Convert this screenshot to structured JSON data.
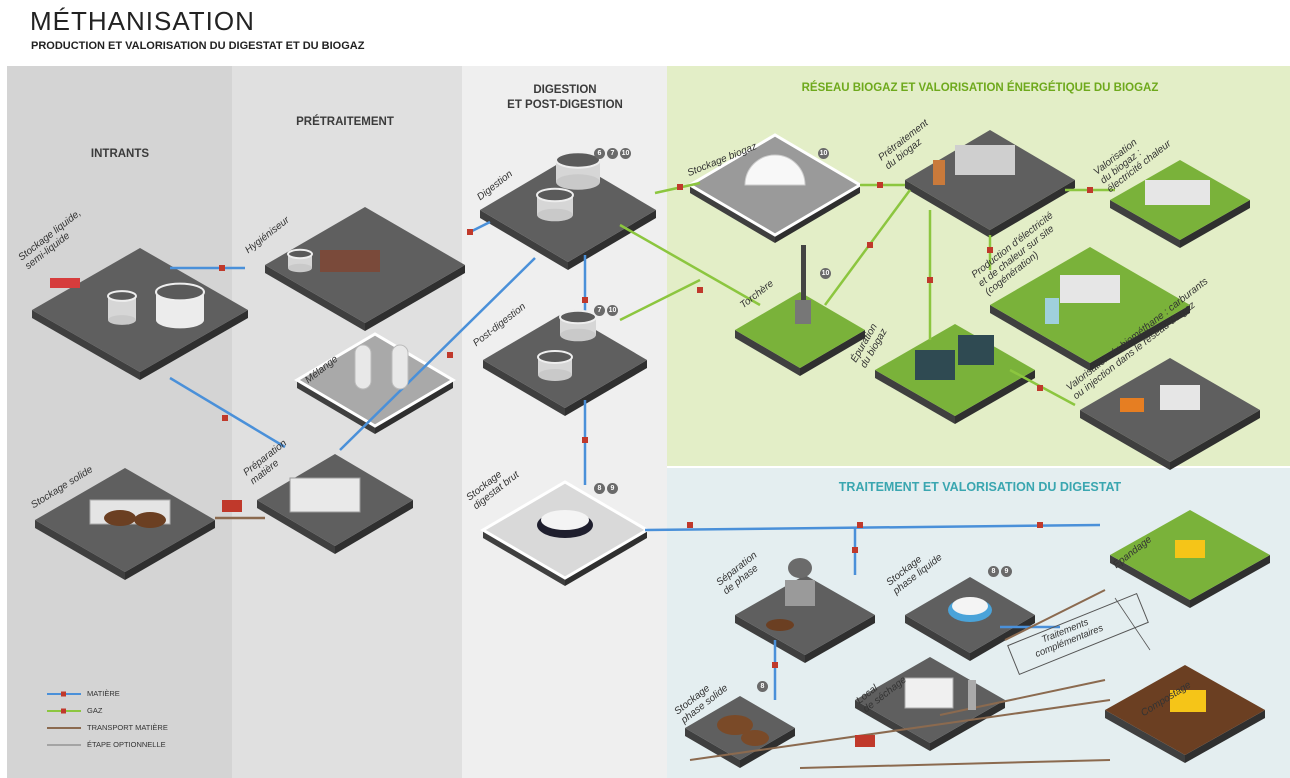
{
  "header": {
    "title": "MÉTHANISATION",
    "subtitle": "PRODUCTION ET VALORISATION DU DIGESTAT ET DU BIOGAZ"
  },
  "zones": {
    "intrants": "INTRANTS",
    "pretraitement": "PRÉTRAITEMENT",
    "digestion_line1": "DIGESTION",
    "digestion_line2": "ET POST-DIGESTION",
    "biogaz": "RÉSEAU BIOGAZ ET VALORISATION ÉNERGÉTIQUE DU BIOGAZ",
    "digestat": "TRAITEMENT ET VALORISATION DU DIGESTAT"
  },
  "nodes": {
    "stockage_liquide": [
      "Stockage liquide,",
      "semi-liquide"
    ],
    "stockage_solide": [
      "Stockage solide"
    ],
    "hygieniseur": [
      "Hygiéniseur"
    ],
    "melange": [
      "Mélange"
    ],
    "preparation": [
      "Préparation",
      "matière"
    ],
    "digestion": [
      "Digestion"
    ],
    "post_digestion": [
      "Post-digestion"
    ],
    "stockage_digestat_brut": [
      "Stockage",
      "digestat brut"
    ],
    "stockage_biogaz": [
      "Stockage biogaz"
    ],
    "pretraitement_biogaz": [
      "Prétraitement",
      "du biogaz"
    ],
    "valorisation_chaleur": [
      "Valorisation",
      "du biogaz :",
      "électricité chaleur"
    ],
    "torchere": [
      "Torchère"
    ],
    "production_electricite": [
      "Production d'électricité",
      "et de chaleur sur site",
      "(cogénération)"
    ],
    "epuration": [
      "Épuration",
      "du biogaz"
    ],
    "valorisation_biomethane": [
      "Valorisation du biométhane : carburants",
      "ou injection dans le réseau de gaz"
    ],
    "separation": [
      "Séparation",
      "de phase"
    ],
    "stockage_phase_liquide": [
      "Stockage",
      "phase liquide"
    ],
    "epandage": [
      "Épandage"
    ],
    "traitements": [
      "Traitements",
      "complémentaires"
    ],
    "local_sechage": [
      "Local",
      "de séchage"
    ],
    "stockage_phase_solide": [
      "Stockage",
      "phase solide"
    ],
    "compostage": [
      "Compostage"
    ]
  },
  "badges": {
    "digestion": [
      "6",
      "7",
      "10"
    ],
    "post_digestion": [
      "7",
      "10"
    ],
    "stockage_biogaz": [
      "10"
    ],
    "torchere": [
      "10"
    ],
    "digestat_brut": [
      "8",
      "9"
    ],
    "phase_liquide": [
      "8",
      "9"
    ],
    "phase_solide": [
      "8"
    ]
  },
  "legend": [
    {
      "label": "MATIÈRE",
      "color": "#4a90d9",
      "style": "line-dot"
    },
    {
      "label": "GAZ",
      "color": "#8cc63f",
      "style": "line-dot"
    },
    {
      "label": "TRANSPORT MATIÈRE",
      "color": "#8b6a4f",
      "style": "line"
    },
    {
      "label": "ÉTAPE OPTIONNELLE",
      "color": "#555555",
      "style": "thin"
    }
  ],
  "colors": {
    "zone_gray_dark": "#d4d4d4",
    "zone_gray_mid": "#e0e0e0",
    "zone_gray_light": "#efefef",
    "zone_green": "#e3eec7",
    "zone_blue": "#e4eef0",
    "platform": "#5f5f5f",
    "matiere": "#4a90d9",
    "gaz": "#8cc63f",
    "transport": "#8b6a4f"
  }
}
